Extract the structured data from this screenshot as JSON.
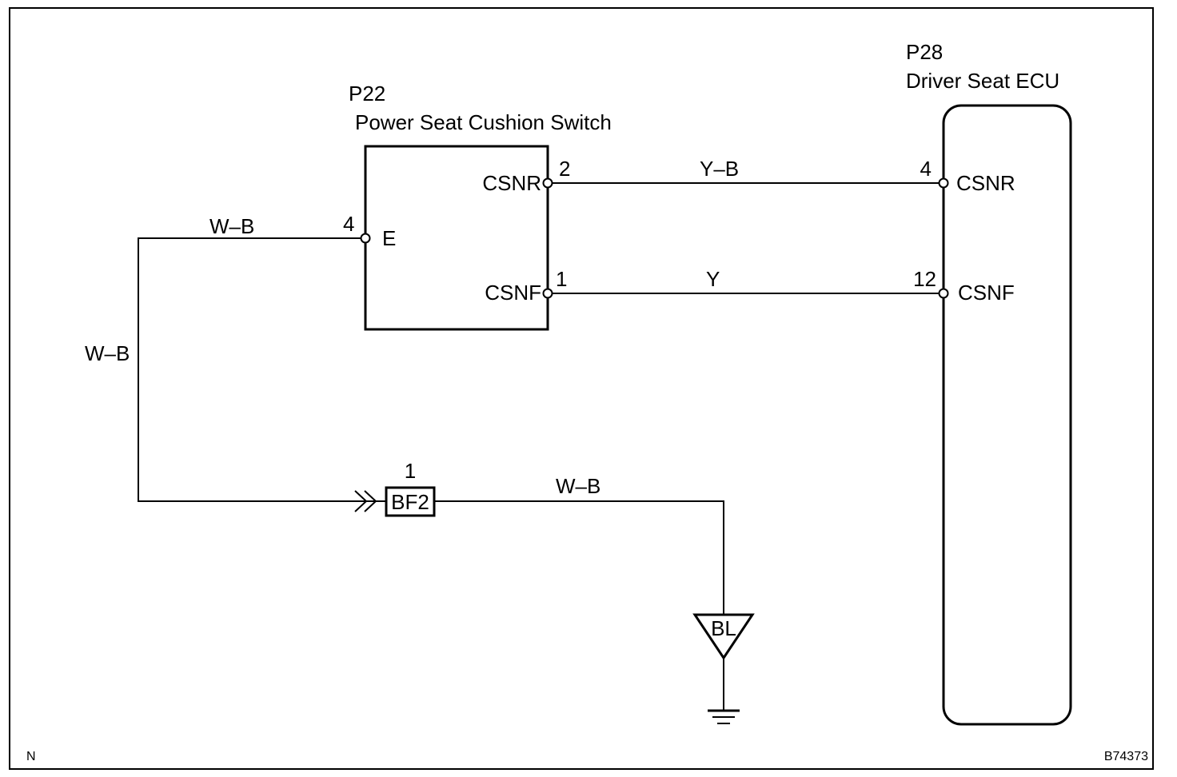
{
  "frame": {
    "corner_left": "N",
    "figure_id": "B74373"
  },
  "switch": {
    "code": "P22",
    "name": "Power Seat Cushion Switch",
    "pins": [
      {
        "num": "2",
        "name": "CSNR"
      },
      {
        "num": "1",
        "name": "CSNF"
      },
      {
        "num": "4",
        "name": "E"
      }
    ]
  },
  "ecu": {
    "code": "P28",
    "name": "Driver Seat ECU",
    "pins": [
      {
        "num": "4",
        "name": "CSNR"
      },
      {
        "num": "12",
        "name": "CSNF"
      }
    ]
  },
  "wires": {
    "csnr": "Y–B",
    "csnf": "Y",
    "ground_top": "W–B",
    "ground_left": "W–B",
    "ground_right": "W–B"
  },
  "connector": {
    "name": "BF2",
    "pin": "1"
  },
  "ground_point": {
    "name": "BL"
  }
}
